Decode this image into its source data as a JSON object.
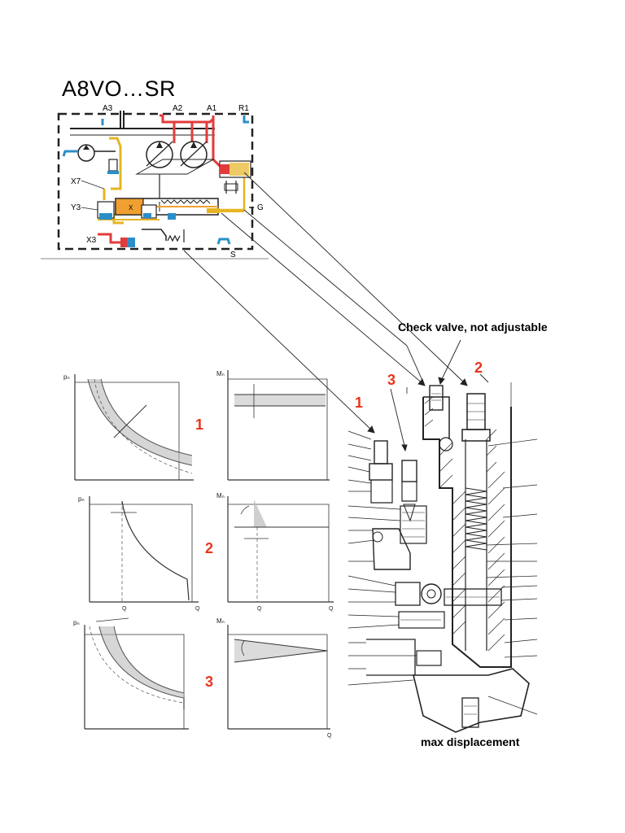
{
  "title": "A8VO…SR",
  "port_labels": {
    "a3": "A3",
    "a2": "A2",
    "a1": "A1",
    "r1": "R1",
    "x7": "X7",
    "y3": "Y3",
    "x3": "X3",
    "g": "G",
    "s": "S",
    "x": "X"
  },
  "callouts": {
    "check_valve": "Check valve, not adjustable",
    "max_displacement": "max displacement"
  },
  "numbers": {
    "one": "1",
    "two": "2",
    "three": "3"
  },
  "graph_axes": {
    "pressure": "pₙ",
    "torque": "Mₙ",
    "flow": "Q"
  },
  "colors": {
    "number_red": "#e8341c",
    "pressure_red": "#e23b3b",
    "pilot_yellow": "#e6b422",
    "tank_blue": "#2a8fc9",
    "cylinder_orange": "#f0a030",
    "line": "#222222"
  }
}
